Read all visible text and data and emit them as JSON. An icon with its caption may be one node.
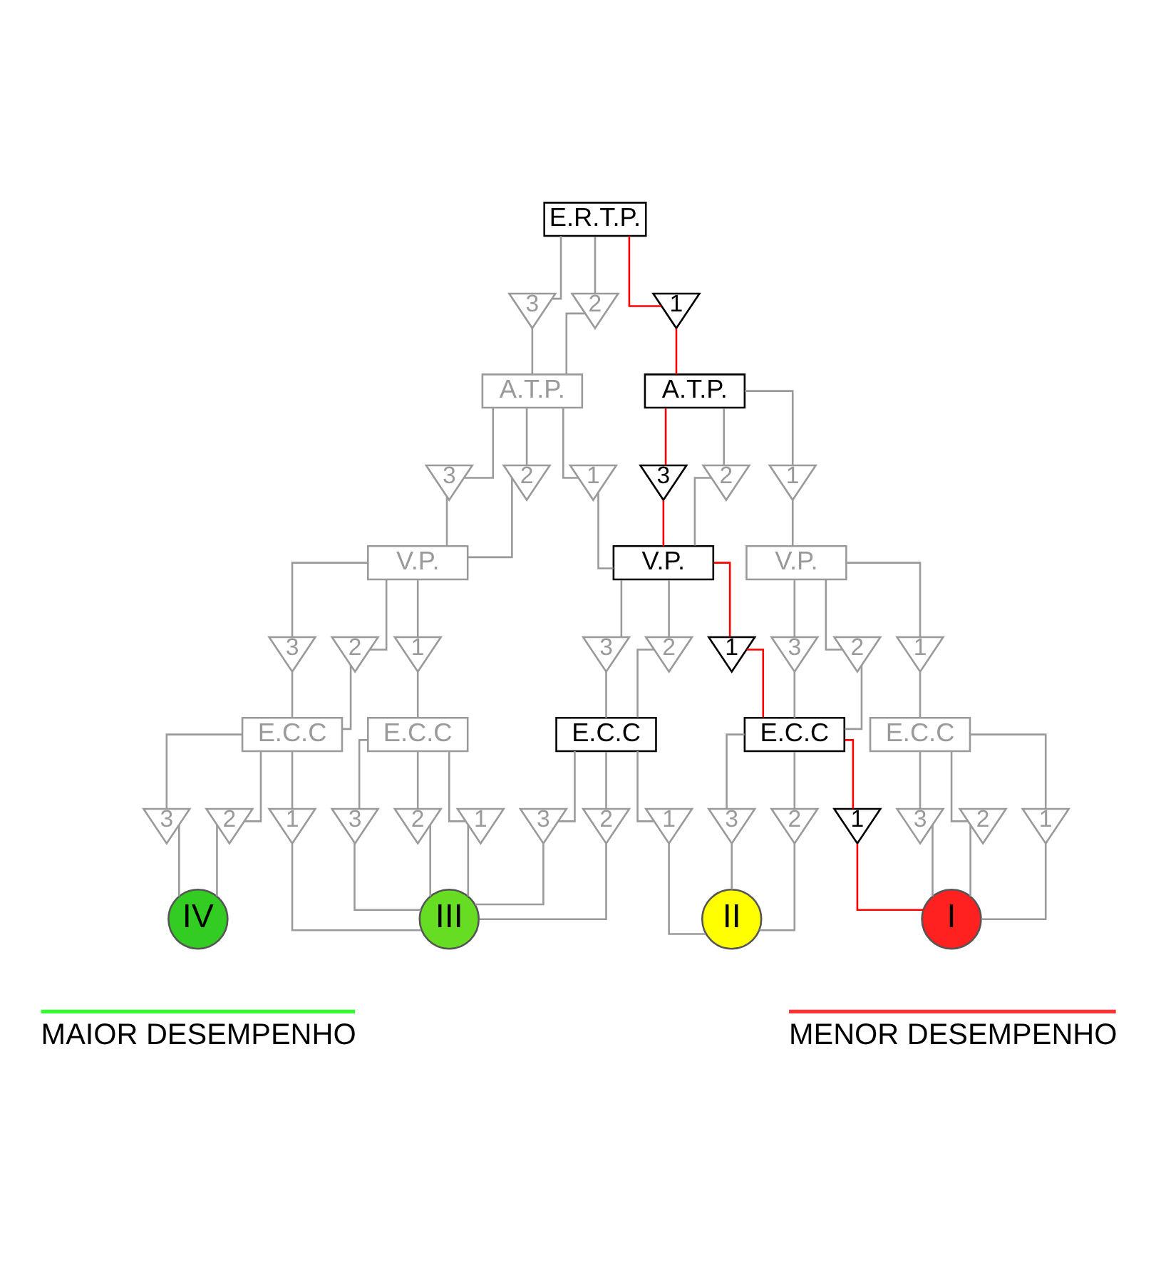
{
  "diagram": {
    "nodes": [
      {
        "text": [
          "E.R.T.P."
        ]
      },
      {
        "text": [
          "3"
        ]
      },
      {
        "text": [
          "2"
        ]
      },
      {
        "text": [
          "1"
        ]
      },
      {
        "text": [
          "A.T.P."
        ]
      },
      {
        "text": [
          "A.T.P."
        ]
      },
      {
        "text": [
          "3"
        ]
      },
      {
        "text": [
          "2"
        ]
      },
      {
        "text": [
          "1"
        ]
      },
      {
        "text": [
          "3"
        ]
      },
      {
        "text": [
          "2"
        ]
      },
      {
        "text": [
          "1"
        ]
      },
      {
        "text": [
          "V.P."
        ]
      },
      {
        "text": [
          "V.P."
        ]
      },
      {
        "text": [
          "V.P."
        ]
      },
      {
        "text": [
          "3"
        ]
      },
      {
        "text": [
          "2"
        ]
      },
      {
        "text": [
          "1"
        ]
      },
      {
        "text": [
          "3"
        ]
      },
      {
        "text": [
          "2"
        ]
      },
      {
        "text": [
          "1"
        ]
      },
      {
        "text": [
          "3"
        ]
      },
      {
        "text": [
          "2"
        ]
      },
      {
        "text": [
          "1"
        ]
      },
      {
        "text": [
          "E.C.C"
        ]
      },
      {
        "text": [
          "E.C.C"
        ]
      },
      {
        "text": [
          "E.C.C"
        ]
      },
      {
        "text": [
          "E.C.C"
        ]
      },
      {
        "text": [
          "E.C.C"
        ]
      },
      {
        "text": [
          "3"
        ]
      },
      {
        "text": [
          "2"
        ]
      },
      {
        "text": [
          "1"
        ]
      },
      {
        "text": [
          "3"
        ]
      },
      {
        "text": [
          "2"
        ]
      },
      {
        "text": [
          "1"
        ]
      },
      {
        "text": [
          "3"
        ]
      },
      {
        "text": [
          "2"
        ]
      },
      {
        "text": [
          "1"
        ]
      },
      {
        "text": [
          "3"
        ]
      },
      {
        "text": [
          "2"
        ]
      },
      {
        "text": [
          "1"
        ]
      },
      {
        "text": [
          "3"
        ]
      },
      {
        "text": [
          "2"
        ]
      },
      {
        "text": [
          "1"
        ]
      },
      {
        "text": [
          "IV"
        ]
      },
      {
        "text": [
          "III"
        ]
      },
      {
        "text": [
          "II"
        ]
      },
      {
        "text": [
          "I"
        ]
      }
    ],
    "edges": [
      {
        "from": 0,
        "to": 1,
        "arrow": "none"
      },
      {
        "from": 0,
        "to": 2,
        "arrow": "none"
      },
      {
        "from": 0,
        "to": 3,
        "arrow": "none",
        "color": "#ff0000"
      },
      {
        "from": 1,
        "to": 4,
        "arrow": "none"
      },
      {
        "from": 2,
        "to": 4,
        "arrow": "none"
      },
      {
        "from": 3,
        "to": 5,
        "arrow": "none",
        "color": "#ff0000"
      },
      {
        "from": 4,
        "to": 6,
        "arrow": "none"
      },
      {
        "from": 4,
        "to": 7,
        "arrow": "none"
      },
      {
        "from": 4,
        "to": 8,
        "arrow": "none"
      },
      {
        "from": 5,
        "to": 9,
        "arrow": "none",
        "color": "#ff0000"
      },
      {
        "from": 5,
        "to": 10,
        "arrow": "none"
      },
      {
        "from": 5,
        "to": 11,
        "arrow": "none"
      },
      {
        "from": 6,
        "to": 12,
        "arrow": "none"
      },
      {
        "from": 7,
        "to": 12,
        "arrow": "none"
      },
      {
        "from": 8,
        "to": 13,
        "arrow": "none"
      },
      {
        "from": 9,
        "to": 13,
        "arrow": "none",
        "color": "#ff0000"
      },
      {
        "from": 10,
        "to": 13,
        "arrow": "none"
      },
      {
        "from": 11,
        "to": 14,
        "arrow": "none"
      },
      {
        "from": 12,
        "to": 15,
        "arrow": "none"
      },
      {
        "from": 12,
        "to": 16,
        "arrow": "none"
      },
      {
        "from": 12,
        "to": 17,
        "arrow": "none"
      },
      {
        "from": 13,
        "to": 18,
        "arrow": "none"
      },
      {
        "from": 13,
        "to": 19,
        "arrow": "none"
      },
      {
        "from": 13,
        "to": 20,
        "arrow": "none",
        "color": "#ff0000"
      },
      {
        "from": 14,
        "to": 21,
        "arrow": "none"
      },
      {
        "from": 14,
        "to": 22,
        "arrow": "none"
      },
      {
        "from": 14,
        "to": 23,
        "arrow": "none"
      },
      {
        "from": 15,
        "to": 24,
        "arrow": "none"
      },
      {
        "from": 16,
        "to": 24,
        "arrow": "none"
      },
      {
        "from": 17,
        "to": 25,
        "arrow": "none"
      },
      {
        "from": 18,
        "to": 26,
        "arrow": "none"
      },
      {
        "from": 19,
        "to": 26,
        "arrow": "none"
      },
      {
        "from": 20,
        "to": 27,
        "arrow": "none",
        "color": "#ff0000"
      },
      {
        "from": 21,
        "to": 27,
        "arrow": "none"
      },
      {
        "from": 22,
        "to": 27,
        "arrow": "none"
      },
      {
        "from": 23,
        "to": 28,
        "arrow": "none"
      },
      {
        "from": 24,
        "to": 29,
        "arrow": "none"
      },
      {
        "from": 24,
        "to": 30,
        "arrow": "none"
      },
      {
        "from": 24,
        "to": 31,
        "arrow": "none"
      },
      {
        "from": 25,
        "to": 32,
        "arrow": "none"
      },
      {
        "from": 25,
        "to": 33,
        "arrow": "none"
      },
      {
        "from": 25,
        "to": 34,
        "arrow": "none"
      },
      {
        "from": 26,
        "to": 35,
        "arrow": "none"
      },
      {
        "from": 26,
        "to": 36,
        "arrow": "none"
      },
      {
        "from": 26,
        "to": 37,
        "arrow": "none"
      },
      {
        "from": 27,
        "to": 38,
        "arrow": "none"
      },
      {
        "from": 27,
        "to": 39,
        "arrow": "none"
      },
      {
        "from": 27,
        "to": 40,
        "arrow": "none",
        "color": "#ff0000"
      },
      {
        "from": 28,
        "to": 41,
        "arrow": "none"
      },
      {
        "from": 28,
        "to": 42,
        "arrow": "none"
      },
      {
        "from": 28,
        "to": 43,
        "arrow": "none"
      },
      {
        "from": 29,
        "to": 44,
        "arrow": "none"
      },
      {
        "from": 30,
        "to": 44,
        "arrow": "none"
      },
      {
        "from": 31,
        "to": 45,
        "arrow": "none"
      },
      {
        "from": 32,
        "to": 45,
        "arrow": "none"
      },
      {
        "from": 33,
        "to": 45,
        "arrow": "none"
      },
      {
        "from": 34,
        "to": 45,
        "arrow": "none"
      },
      {
        "from": 35,
        "to": 45,
        "arrow": "none"
      },
      {
        "from": 36,
        "to": 45,
        "arrow": "none"
      },
      {
        "from": 37,
        "to": 46,
        "arrow": "none"
      },
      {
        "from": 38,
        "to": 46,
        "arrow": "none"
      },
      {
        "from": 39,
        "to": 46,
        "arrow": "none"
      },
      {
        "from": 40,
        "to": 47,
        "arrow": "none",
        "color": "#ff0000"
      },
      {
        "from": 41,
        "to": 47,
        "arrow": "none"
      },
      {
        "from": 42,
        "to": 47,
        "arrow": "none"
      },
      {
        "from": 43,
        "to": 47,
        "arrow": "none"
      }
    ],
    "legend": [
      {
        "text": "MAIOR DESEMPENHO",
        "color": "#33ff33"
      },
      {
        "text": "MENOR DESEMPENHO",
        "color": "#ff3333"
      }
    ]
  }
}
